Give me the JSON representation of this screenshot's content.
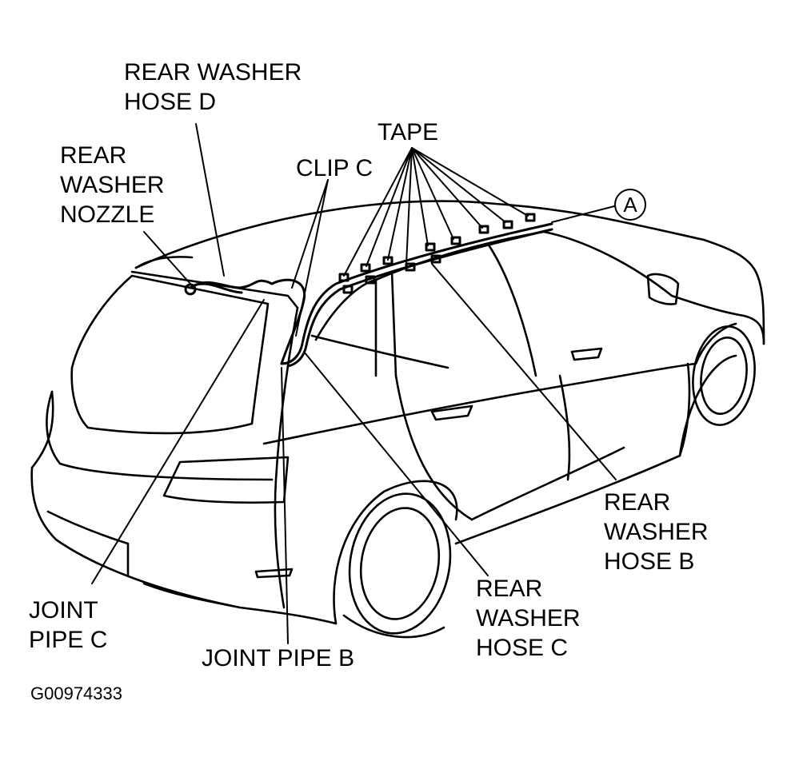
{
  "labels": {
    "rear_washer_hose_d": [
      "REAR WASHER",
      "HOSE D"
    ],
    "rear_washer_nozzle": [
      "REAR",
      "WASHER",
      "NOZZLE"
    ],
    "clip_c": [
      "CLIP C"
    ],
    "tape": [
      "TAPE"
    ],
    "callout_a": "A",
    "rear_washer_hose_b": [
      "REAR",
      "WASHER",
      "HOSE B"
    ],
    "rear_washer_hose_c": [
      "REAR",
      "WASHER",
      "HOSE C"
    ],
    "joint_pipe_c": [
      "JOINT",
      "PIPE C"
    ],
    "joint_pipe_b": [
      "JOINT PIPE B"
    ]
  },
  "figure_id": "G00974333",
  "colors": {
    "ink": "#000000",
    "paper": "#ffffff"
  }
}
